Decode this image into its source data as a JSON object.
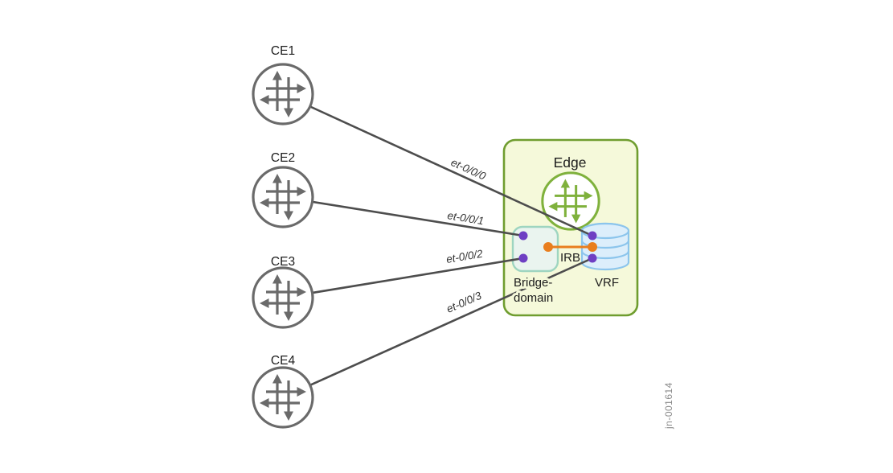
{
  "diagram_type": "network-topology",
  "watermark": "jn-001614",
  "ce_nodes": [
    {
      "label": "CE1"
    },
    {
      "label": "CE2"
    },
    {
      "label": "CE3"
    },
    {
      "label": "CE4"
    }
  ],
  "links": [
    {
      "label": "et-0/0/0",
      "from": "CE1",
      "to": "Edge VRF"
    },
    {
      "label": "et-0/0/1",
      "from": "CE2",
      "to": "Edge Bridge-domain"
    },
    {
      "label": "et-0/0/2",
      "from": "CE3",
      "to": "Edge Bridge-domain"
    },
    {
      "label": "et-0/0/3",
      "from": "CE4",
      "to": "Edge VRF"
    }
  ],
  "edge": {
    "title": "Edge",
    "bridge_domain_label_line1": "Bridge-",
    "bridge_domain_label_line2": "domain",
    "vrf_label": "VRF",
    "irb_label": "IRB"
  },
  "colors": {
    "router_gray": "#6a6a6a",
    "link_line": "#4d4d4d",
    "edge_box_fill": "#f5f9da",
    "edge_box_border": "#6f9d2f",
    "edge_router_green": "#7fb13c",
    "bridge_fill": "#eaf4ef",
    "bridge_border": "#9ed5c0",
    "vrf_fill": "#dceefb",
    "vrf_border": "#8cc5ec",
    "port_dot_purple": "#6e3fc3",
    "irb_orange": "#e97e1d",
    "watermark_gray": "#8a8a8a"
  }
}
